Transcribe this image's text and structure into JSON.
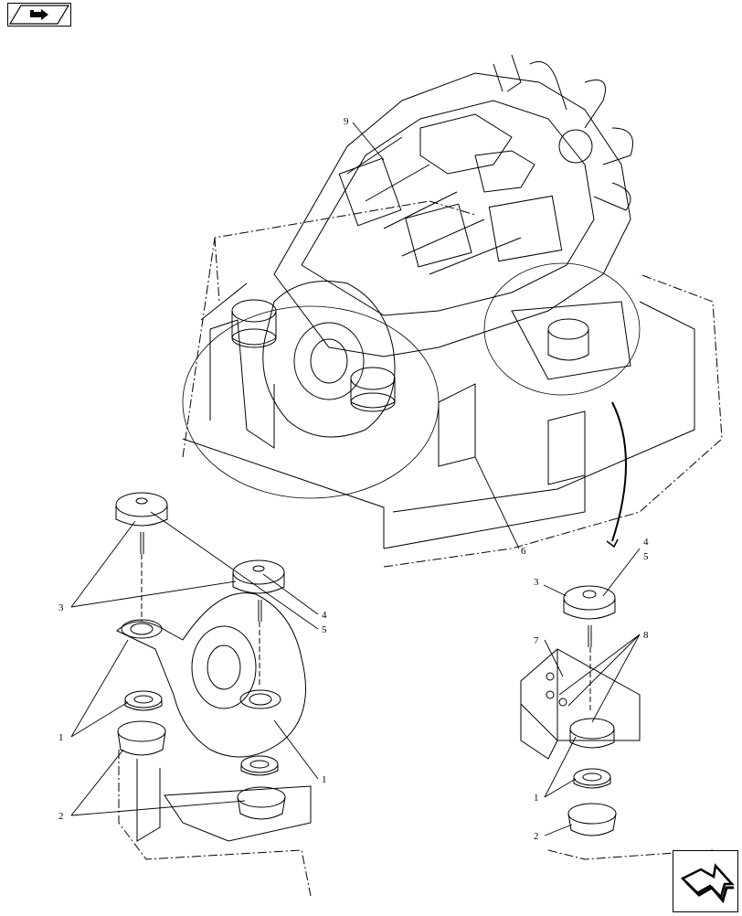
{
  "callouts": {
    "c1_left_a": "1",
    "c1_left_b": "1",
    "c1_right": "1",
    "c2_left": "2",
    "c2_right": "2",
    "c3_left": "3",
    "c3_right": "3",
    "c4_left": "4",
    "c4_right": "4",
    "c5_left": "5",
    "c5_right": "5",
    "c6": "6",
    "c7": "7",
    "c8": "8",
    "c9": "9"
  },
  "nav": {
    "top_icon": "arrow-icon",
    "bottom_icon": "arrow-icon"
  },
  "colors": {
    "line": "#000000",
    "background": "#ffffff"
  }
}
